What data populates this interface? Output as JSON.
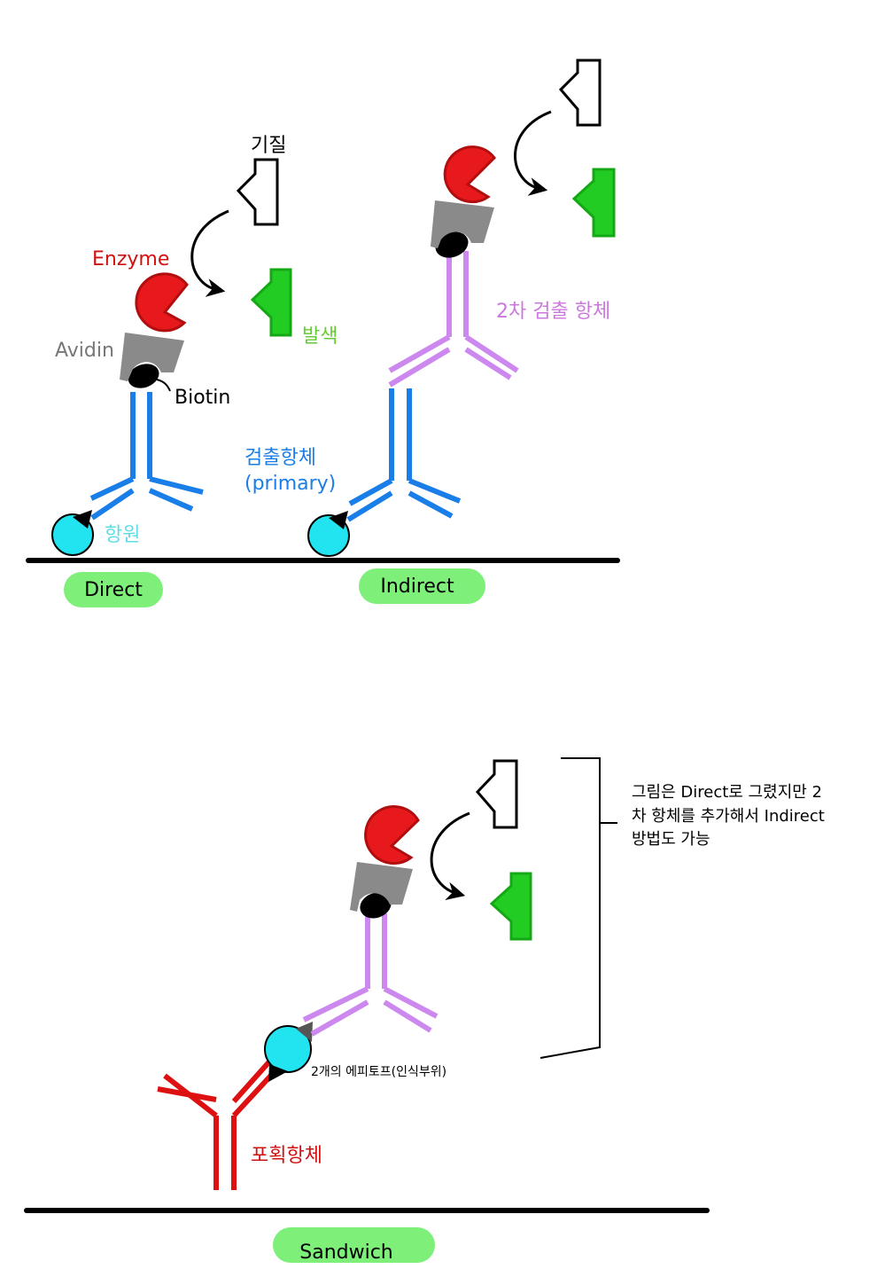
{
  "labels": {
    "substrate": "기질",
    "enzyme": "Enzyme",
    "avidin": "Avidin",
    "biotin": "Biotin",
    "color_dev": "발색",
    "detection_ab": "검출항체",
    "primary": "(primary)",
    "antigen": "항원",
    "secondary_ab": "2차 검출 항체",
    "epitope": "2개의 에피토프(인식부위)",
    "capture_ab": "포획항체"
  },
  "methods": {
    "direct": "Direct",
    "indirect": "Indirect",
    "sandwich": "Sandwich"
  },
  "note": {
    "line1": "그림은 Direct로 그렸지만 2",
    "line2": "차 항체를 추가해서 Indirect",
    "line3": "방법도 가능"
  },
  "colors": {
    "enzyme": "#e8191c",
    "avidin": "#8a8a8a",
    "biotin": "#000000",
    "detection_ab": "#1a7ee8",
    "secondary_ab": "#cc88ee",
    "capture_ab": "#dd1111",
    "antigen": "#22e4f0",
    "product": "#22cc22",
    "highlight": "#7ef07a",
    "label_avidin": "#777777",
    "label_color": "#66cc33",
    "label_antigen": "#5edde8",
    "label_secondary": "#cc77dd"
  }
}
